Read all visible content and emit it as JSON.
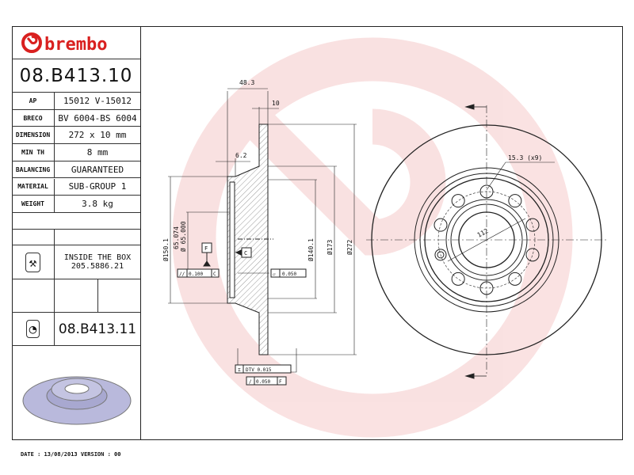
{
  "brand": {
    "name": "brembo",
    "color": "#d9201f"
  },
  "part_number": "08.B413.10",
  "specs": [
    {
      "label": "AP",
      "value": "15012 V-15012"
    },
    {
      "label": "BRECO",
      "value": "BV 6004-BS 6004"
    },
    {
      "label": "DIMENSION",
      "value": "272 x 10 mm"
    },
    {
      "label": "MIN TH",
      "value": "8 mm"
    },
    {
      "label": "BALANCING",
      "value": "GUARANTEED"
    },
    {
      "label": "MATERIAL",
      "value": "SUB-GROUP 1"
    },
    {
      "label": "WEIGHT",
      "value": "3.8 kg"
    }
  ],
  "inside_box": {
    "icon": "screw-icon",
    "line1": "INSIDE THE BOX",
    "line2": "205.5886.21"
  },
  "alt_part": {
    "icon": "disc-with-bearing-icon",
    "number": "08.B413.11"
  },
  "footer": "DATE : 13/08/2013 VERSION : 00",
  "side_view": {
    "width": "48.3",
    "thickness": "10",
    "hat_thickness": "6.2",
    "d_outer": "Ø272",
    "d_173": "Ø173",
    "d_140": "Ø140.1",
    "d_150": "Ø150.1",
    "d_bore_max": "65.074",
    "d_bore_min": "Ø 65.000",
    "datum_f": "F",
    "datum_c": "C",
    "parallel_tol": "0.100",
    "parallel_ref": "C",
    "flatness_tol": "0.050",
    "dtv": "DTV 0.015",
    "runout_tol": "0.050",
    "runout_ref": "F"
  },
  "front_view": {
    "hole_label": "15.3 (x9)",
    "pcd": "112"
  }
}
